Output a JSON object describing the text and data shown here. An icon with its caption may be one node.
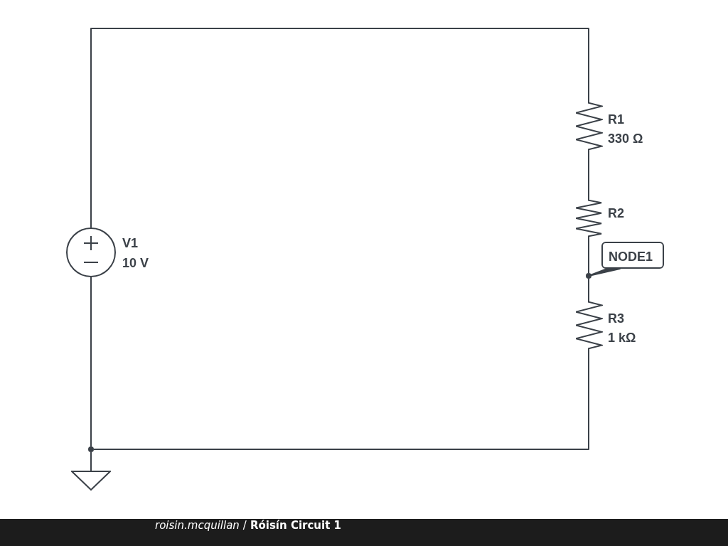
{
  "diagram": {
    "title": "Róisín Circuit 1",
    "nodes": [
      {
        "text": [
          "V1",
          "10 V"
        ]
      },
      {
        "text": [
          "R1",
          "330 Ω"
        ]
      },
      {
        "text": [
          "R2"
        ]
      },
      {
        "text": [
          "NODE1"
        ]
      },
      {
        "text": [],
        "shape": "circle"
      },
      {
        "text": [
          "R3",
          "1 kΩ"
        ]
      },
      {
        "text": [],
        "shape": "circle"
      },
      {
        "text": [],
        "shape": "triangle"
      }
    ],
    "edges": [
      {
        "from": 0,
        "to": 1,
        "arrow": "none"
      },
      {
        "from": 1,
        "to": 2,
        "arrow": "none"
      },
      {
        "from": 2,
        "to": 4,
        "arrow": "none"
      },
      {
        "from": 4,
        "to": 5,
        "arrow": "none"
      },
      {
        "from": 5,
        "to": 6,
        "arrow": "none"
      },
      {
        "from": 6,
        "to": 0,
        "arrow": "none"
      },
      {
        "from": 6,
        "to": 7,
        "arrow": "none"
      },
      {
        "from": 3,
        "to": 4,
        "arrow": "none"
      }
    ],
    "labels": [
      "roisin.mcquillan",
      "/"
    ]
  }
}
